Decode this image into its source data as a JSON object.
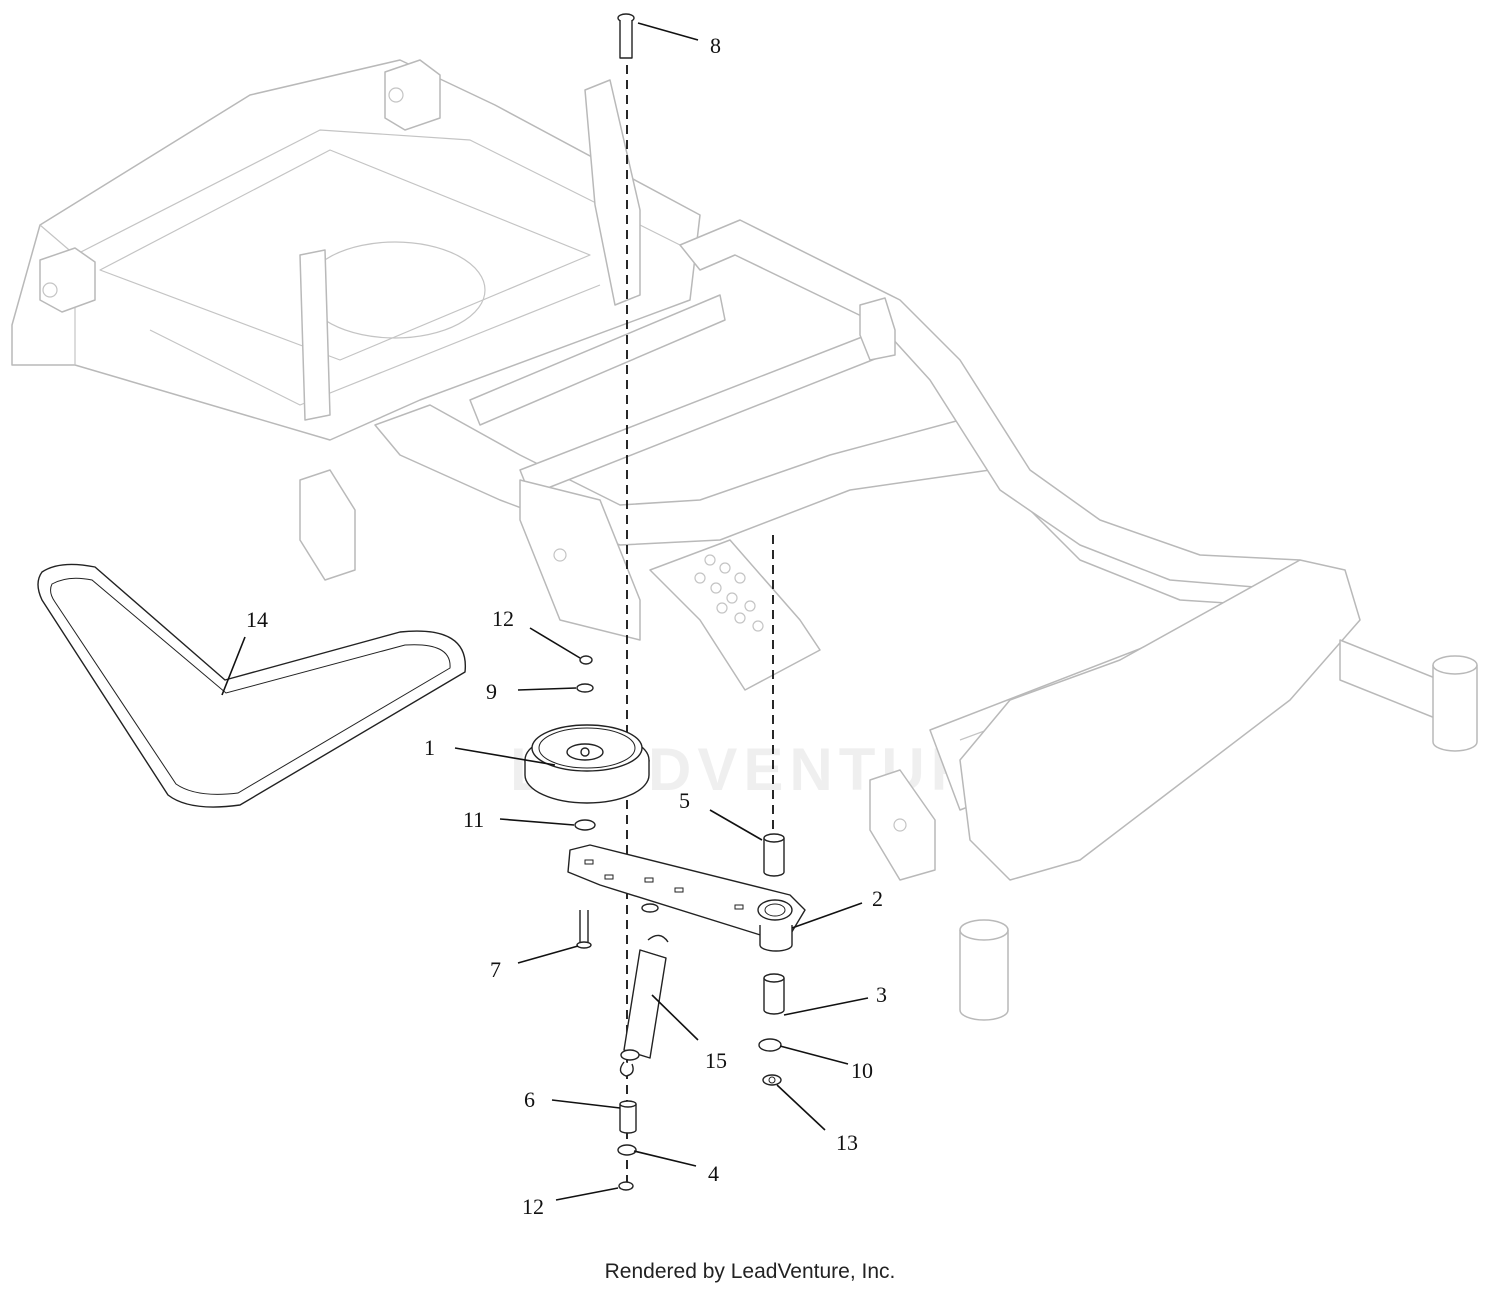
{
  "watermark": "LEADVENTURE",
  "footer": "Rendered by LeadVenture, Inc.",
  "callouts": {
    "c1": "1",
    "c2": "2",
    "c3": "3",
    "c4": "4",
    "c5": "5",
    "c6": "6",
    "c7": "7",
    "c8": "8",
    "c9": "9",
    "c10": "10",
    "c11": "11",
    "c12a": "12",
    "c12b": "12",
    "c13": "13",
    "c14": "14",
    "c15": "15"
  }
}
